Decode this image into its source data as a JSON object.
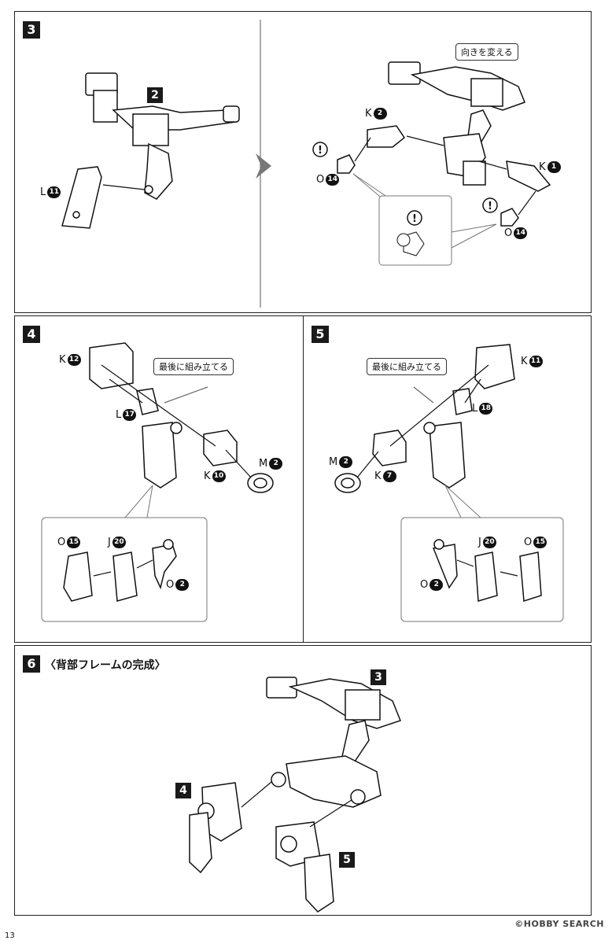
{
  "page_number": "13",
  "watermark": "©HOBBY SEARCH",
  "step3": {
    "number": "3",
    "sub_number": "2",
    "left_part": {
      "letter": "L",
      "num": "11"
    },
    "callout": "向きを変える",
    "k2": {
      "letter": "K",
      "num": "2"
    },
    "k1": {
      "letter": "K",
      "num": "1"
    },
    "o14a": {
      "letter": "O",
      "num": "14"
    },
    "o14b": {
      "letter": "O",
      "num": "14"
    }
  },
  "step4": {
    "number": "4",
    "callout": "最後に組み立てる",
    "k12": {
      "letter": "K",
      "num": "12"
    },
    "l17": {
      "letter": "L",
      "num": "17"
    },
    "k10": {
      "letter": "K",
      "num": "10"
    },
    "m2": {
      "letter": "M",
      "num": "2"
    },
    "o15": {
      "letter": "O",
      "num": "15"
    },
    "j20": {
      "letter": "J",
      "num": "20"
    },
    "o2": {
      "letter": "O",
      "num": "2"
    }
  },
  "step5": {
    "number": "5",
    "callout": "最後に組み立てる",
    "k11": {
      "letter": "K",
      "num": "11"
    },
    "l18": {
      "letter": "L",
      "num": "18"
    },
    "m2": {
      "letter": "M",
      "num": "2"
    },
    "k7": {
      "letter": "K",
      "num": "7"
    },
    "j20": {
      "letter": "J",
      "num": "20"
    },
    "o15": {
      "letter": "O",
      "num": "15"
    },
    "o2": {
      "letter": "O",
      "num": "2"
    }
  },
  "step6": {
    "number": "6",
    "title": "〈背部フレームの完成〉",
    "ref3": "3",
    "ref4": "4",
    "ref5": "5"
  }
}
